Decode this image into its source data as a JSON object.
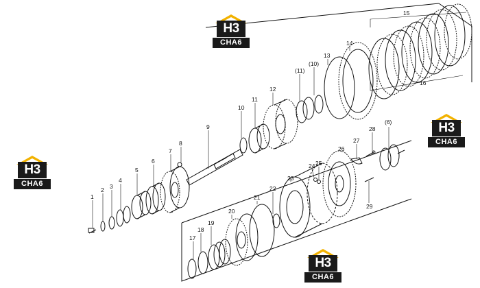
{
  "diagram": {
    "part_labels": [
      "1",
      "2",
      "3",
      "4",
      "5",
      "6",
      "7",
      "8",
      "9",
      "10",
      "11",
      "12",
      "13",
      "14",
      "15",
      "16",
      "17",
      "18",
      "19",
      "20",
      "21",
      "22",
      "23",
      "24",
      "25",
      "26",
      "27",
      "28",
      "29",
      "(6)",
      "(10)",
      "(11)"
    ]
  },
  "watermarks": [
    {
      "top": "H3",
      "bottom": "CHA6",
      "roof_color": "#f2b200"
    },
    {
      "top": "H3",
      "bottom": "CHA6",
      "roof_color": "#f2b200"
    },
    {
      "top": "H3",
      "bottom": "CHA6",
      "roof_color": "#f2b200"
    },
    {
      "top": "H3",
      "bottom": "CHA6",
      "roof_color": "#f2b200"
    }
  ]
}
